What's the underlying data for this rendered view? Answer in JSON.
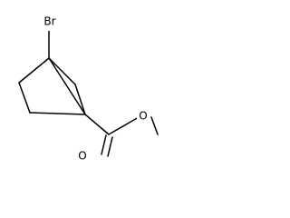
{
  "molecule": {
    "atoms": {
      "br": "Br",
      "o_carbonyl": "O",
      "o_ester": "O"
    },
    "colors": {
      "bond": "#000000",
      "label": "#000000",
      "background": "#ffffff"
    }
  }
}
